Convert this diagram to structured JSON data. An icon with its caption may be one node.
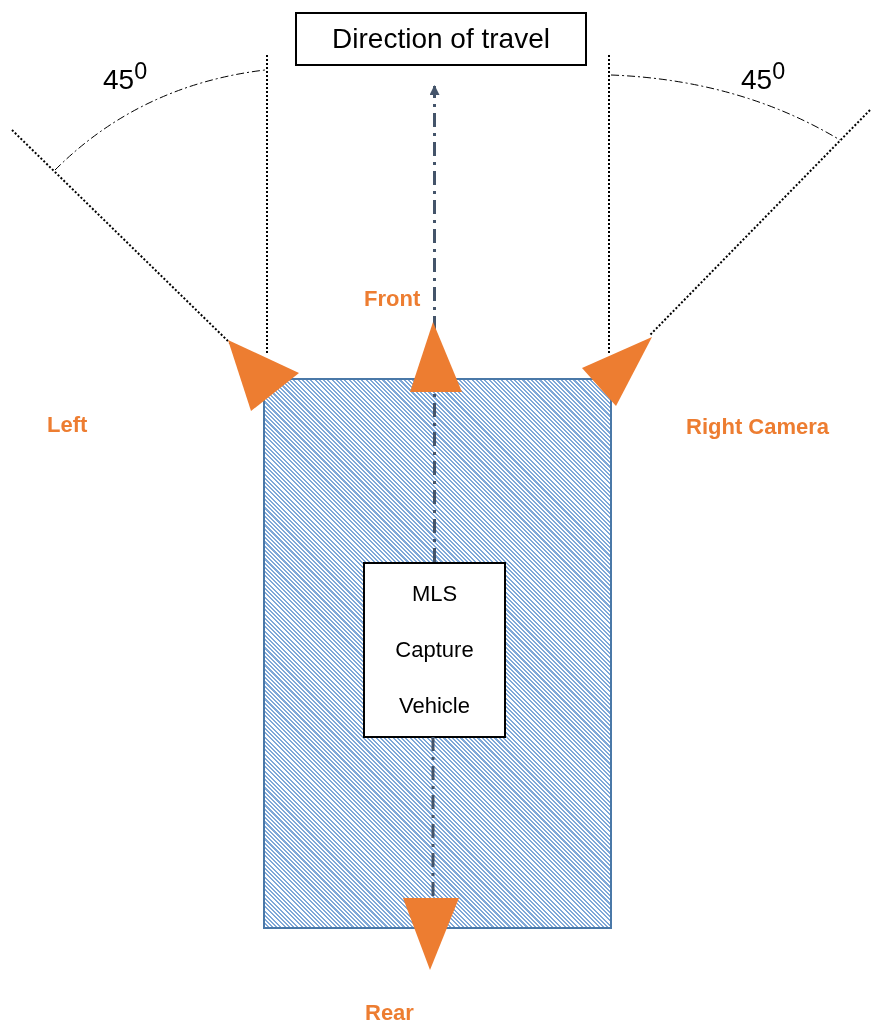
{
  "diagram": {
    "nodes": [
      {
        "text": [
          "Direction of travel"
        ]
      },
      {
        "text": [],
        "shape": "box"
      },
      {
        "text": [
          "MLS Capture Vehicle"
        ],
        "in": 1
      }
    ],
    "edges": [
      {
        "from": 2,
        "to": 0,
        "arrow": "to",
        "style": "dashed"
      }
    ],
    "labels": [
      "45$^{0}$",
      "45$^{0}$",
      "Front",
      "Left",
      "Right Camera",
      "Rear"
    ]
  }
}
